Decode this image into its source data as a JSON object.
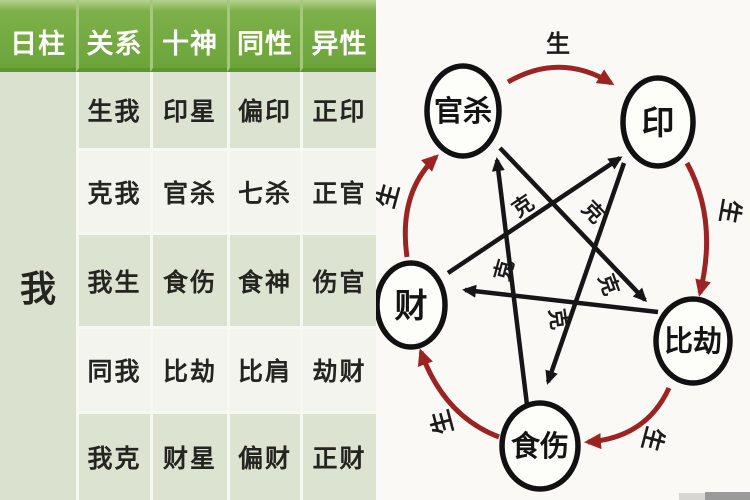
{
  "table": {
    "columns": [
      "日柱",
      "关系",
      "十神",
      "同性",
      "异性"
    ],
    "day_master": "我",
    "rows": [
      {
        "relation": "生我",
        "ten_god": "印星",
        "same_polarity": "偏印",
        "opposite_polarity": "正印"
      },
      {
        "relation": "克我",
        "ten_god": "官杀",
        "same_polarity": "七杀",
        "opposite_polarity": "正官"
      },
      {
        "relation": "我生",
        "ten_god": "食伤",
        "same_polarity": "食神",
        "opposite_polarity": "伤官"
      },
      {
        "relation": "同我",
        "ten_god": "比劫",
        "same_polarity": "比肩",
        "opposite_polarity": "劫财"
      },
      {
        "relation": "我克",
        "ten_god": "财星",
        "same_polarity": "偏财",
        "opposite_polarity": "正财"
      }
    ]
  },
  "diagram": {
    "nodes": [
      {
        "label": "官杀"
      },
      {
        "label": "印"
      },
      {
        "label": "比劫"
      },
      {
        "label": "食伤"
      },
      {
        "label": "财"
      }
    ],
    "generate_label": "生",
    "overcome_label": "克",
    "generate_cycle": [
      "官杀→印",
      "印→比劫",
      "比劫→食伤",
      "食伤→财",
      "财→官杀"
    ],
    "overcome_cycle": [
      "食伤→官杀",
      "财→印",
      "印→食伤",
      "官杀→比劫",
      "比劫→财"
    ],
    "colors": {
      "generate_arrow": "#9b2423",
      "overcome_arrow": "#161616",
      "node_stroke": "#111111"
    }
  },
  "colors": {
    "header_bg": "#6ca43a",
    "header_text": "#ffffff",
    "row_light": "#dde3d1",
    "row_white": "#f3f4ed",
    "body_text": "#242421",
    "background": "#faf9f6"
  }
}
